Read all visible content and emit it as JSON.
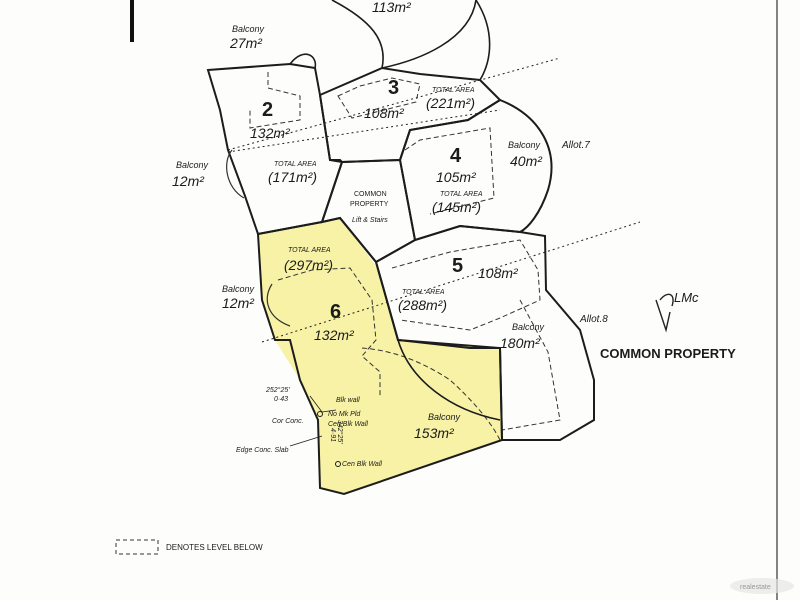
{
  "plan": {
    "top_area": "113m²",
    "balcony_top": {
      "label": "Balcony",
      "area": "27m²"
    },
    "lot2": {
      "number": "2",
      "area": "132m²",
      "total_label": "TOTAL AREA",
      "total_area": "(171m²)"
    },
    "balcony_lot2_side": {
      "label": "Balcony",
      "area": "12m²"
    },
    "lot3": {
      "number": "3",
      "area": "108m²",
      "total_label": "TOTAL AREA",
      "total_area": "(221m²)"
    },
    "lot4": {
      "number": "4",
      "area": "105m²",
      "total_label": "TOTAL AREA",
      "total_area": "(145m²)"
    },
    "balcony_lot4": {
      "label": "Balcony",
      "area": "40m²"
    },
    "allot7": "Allot.7",
    "common_property_center": {
      "line1": "COMMON",
      "line2": "PROPERTY",
      "line3": "Lift & Stairs"
    },
    "lot5": {
      "number": "5",
      "area": "108m²",
      "total_label": "TOTAL AREA",
      "total_area": "(288m²)"
    },
    "lot6": {
      "number": "6",
      "area": "132m²",
      "total_label": "TOTAL AREA",
      "total_area": "(297m²)"
    },
    "balcony_lot6_side": {
      "label": "Balcony",
      "area": "12m²"
    },
    "balcony_lot5": {
      "label": "Balcony",
      "area": "180m²"
    },
    "allot8": "Allot.8",
    "common_property_right": "COMMON PROPERTY",
    "signature": "LMc",
    "balcony_lot6": {
      "label": "Balcony",
      "area": "153m²"
    },
    "survey": {
      "bearing1": "252°25'",
      "dist1": "0·43",
      "blk_wall": "Blk wall",
      "no_mk_pld": "No Mk Pld",
      "cen_blk_wall1": "Cen Blk Wall",
      "cor_conc": "Cor Conc.",
      "edge_conc_slab": "Edge Conc. Slab",
      "bearing2": "342°25'",
      "dist2": "4·91",
      "cen_blk_wall2": "Cen Blk Wall"
    },
    "legend": "DENOTES LEVEL BELOW",
    "watermark": "realestate"
  },
  "colors": {
    "line": "#1c1c1c",
    "highlight": "#f4ee8a",
    "paper": "#fdfdfb"
  }
}
